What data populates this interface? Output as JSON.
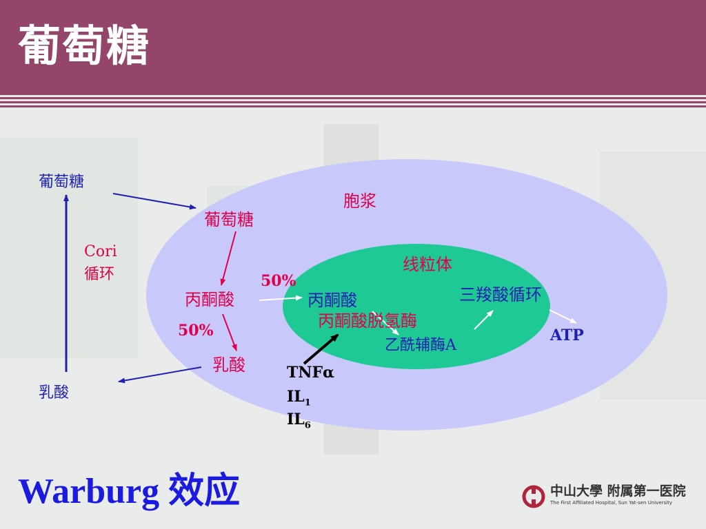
{
  "header": {
    "title": "葡萄糖"
  },
  "diagram": {
    "cytoplasm_label": "胞浆",
    "mitochondria_label": "线粒体",
    "glucose_outer": "葡萄糖",
    "glucose_inner": "葡萄糖",
    "cori_line1": "Cori",
    "cori_line2": "循环",
    "pyruvate_cytoplasm": "丙酮酸",
    "percent_top": "50%",
    "percent_bottom": "50%",
    "lactate_inner": "乳酸",
    "lactate_outer": "乳酸",
    "pyruvate_mito": "丙酮酸",
    "pdh": "丙酮酸脱氢酶",
    "acetyl_coa": "乙酰辅酶A",
    "tca_cycle": "三羧酸循环",
    "atp": "ATP",
    "tnf": "TNFα",
    "il1_base": "IL",
    "il1_sub": "1",
    "il6_base": "IL",
    "il6_sub": "6"
  },
  "footer": {
    "title": "Warburg 效应"
  },
  "logo": {
    "name": "中山大學 附属第一医院",
    "subtitle": "The First Affiliated Hospital, Sun Yat-sen University"
  },
  "colors": {
    "header": "#93466a",
    "cytoplasm": "#c8c8fa",
    "mitochondria": "#1fc995",
    "blue_text": "#1f1fb4",
    "red_text": "#e0004a",
    "footer_title": "#1a1ae0"
  }
}
